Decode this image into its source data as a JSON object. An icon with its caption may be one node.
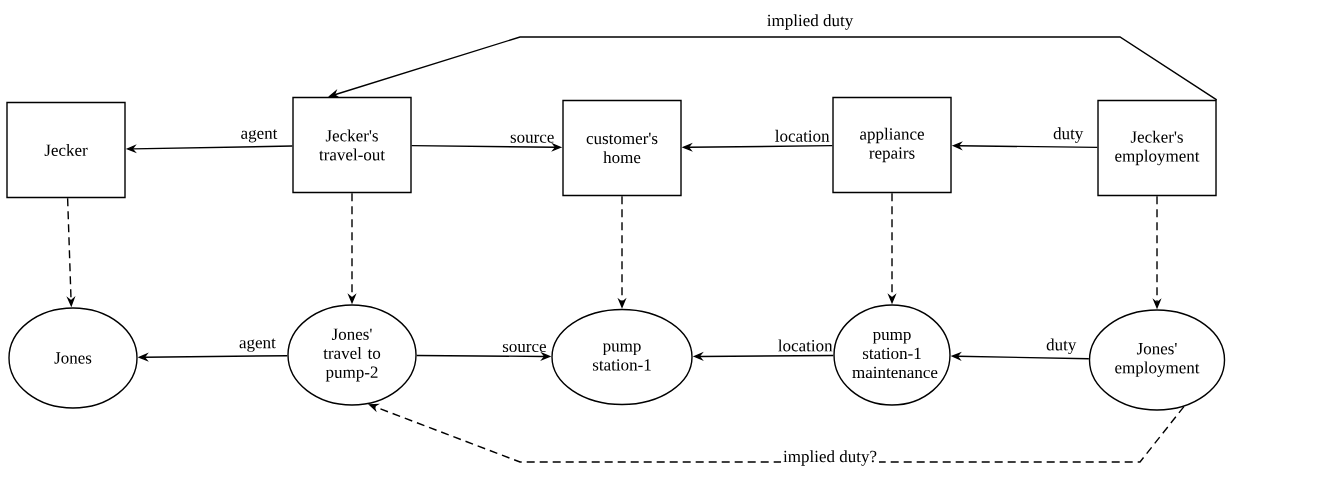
{
  "diagram": {
    "nodes": [
      {
        "text": [
          "Jecker"
        ]
      },
      {
        "text": [
          "Jecker's travel-out"
        ]
      },
      {
        "text": [
          "customer's home"
        ]
      },
      {
        "text": [
          "appliance repairs"
        ]
      },
      {
        "text": [
          "Jecker's employment"
        ]
      },
      {
        "text": [
          "Jones"
        ]
      },
      {
        "text": [
          "Jones' travel to pump-2"
        ]
      },
      {
        "text": [
          "pump station-1"
        ]
      },
      {
        "text": [
          "pump station-1 maintenance"
        ]
      },
      {
        "text": [
          "Jones' employment"
        ]
      }
    ],
    "edges": [
      {
        "from": 1,
        "to": 0,
        "arrow": "to",
        "label": "agent"
      },
      {
        "from": 1,
        "to": 2,
        "arrow": "to",
        "label": "source"
      },
      {
        "from": 3,
        "to": 2,
        "arrow": "to",
        "label": "location"
      },
      {
        "from": 4,
        "to": 3,
        "arrow": "to",
        "label": "duty"
      },
      {
        "from": 4,
        "to": 1,
        "arrow": "to",
        "label": "implied duty"
      },
      {
        "from": 0,
        "to": 5,
        "arrow": "to",
        "style": "dashed"
      },
      {
        "from": 1,
        "to": 6,
        "arrow": "to",
        "style": "dashed"
      },
      {
        "from": 2,
        "to": 7,
        "arrow": "to",
        "style": "dashed"
      },
      {
        "from": 3,
        "to": 8,
        "arrow": "to",
        "style": "dashed"
      },
      {
        "from": 4,
        "to": 9,
        "arrow": "to",
        "style": "dashed"
      },
      {
        "from": 6,
        "to": 5,
        "arrow": "to",
        "label": "agent"
      },
      {
        "from": 6,
        "to": 7,
        "arrow": "to",
        "label": "source"
      },
      {
        "from": 8,
        "to": 7,
        "arrow": "to",
        "label": "location"
      },
      {
        "from": 9,
        "to": 8,
        "arrow": "to",
        "label": "duty"
      },
      {
        "from": 9,
        "to": 6,
        "arrow": "to",
        "label": "implied duty?",
        "style": "dashed"
      }
    ]
  }
}
